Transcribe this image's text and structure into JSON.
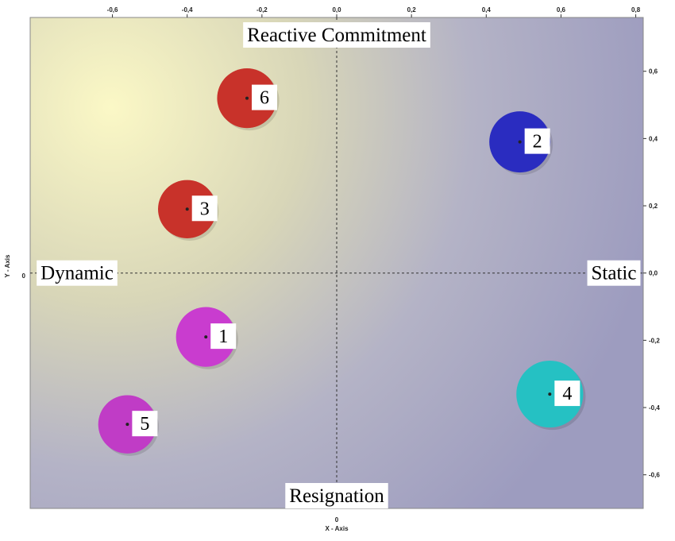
{
  "chart_data": {
    "type": "scatter",
    "title": "",
    "xlabel": "X - Axis",
    "ylabel": "Y - Axis",
    "xlim": [
      -0.82,
      0.82
    ],
    "ylim": [
      -0.7,
      0.76
    ],
    "x_ticks": [
      -0.6,
      -0.4,
      -0.2,
      0.0,
      0.2,
      0.4,
      0.6,
      0.8
    ],
    "x_tick_labels": [
      "-0,6",
      "-0,4",
      "-0,2",
      "0,0",
      "0,2",
      "0,4",
      "0,6",
      "0,8"
    ],
    "y_ticks": [
      0.6,
      0.4,
      0.2,
      0.0,
      -0.2,
      -0.4,
      -0.6
    ],
    "y_tick_labels": [
      "0,6",
      "0,4",
      "0,2",
      "0,0",
      "-0,2",
      "-0,4",
      "-0,6"
    ],
    "x_zero_label": "0",
    "y_zero_label": "0",
    "grid": false,
    "quadrant_labels": {
      "top": "Reactive Commitment",
      "bottom": "Resignation",
      "left": "Dynamic",
      "right": "Static"
    },
    "points": [
      {
        "label": "1",
        "x": -0.35,
        "y": -0.19,
        "size": 0.7,
        "color": "#c93ccf"
      },
      {
        "label": "2",
        "x": 0.49,
        "y": 0.39,
        "size": 0.75,
        "color": "#2a2cc0"
      },
      {
        "label": "3",
        "x": -0.4,
        "y": 0.19,
        "size": 0.65,
        "color": "#c8322a"
      },
      {
        "label": "4",
        "x": 0.57,
        "y": -0.36,
        "size": 0.95,
        "color": "#25c1c3"
      },
      {
        "label": "5",
        "x": -0.56,
        "y": -0.45,
        "size": 0.65,
        "color": "#c03cc6"
      },
      {
        "label": "6",
        "x": -0.24,
        "y": 0.52,
        "size": 0.7,
        "color": "#c8322a"
      }
    ]
  }
}
